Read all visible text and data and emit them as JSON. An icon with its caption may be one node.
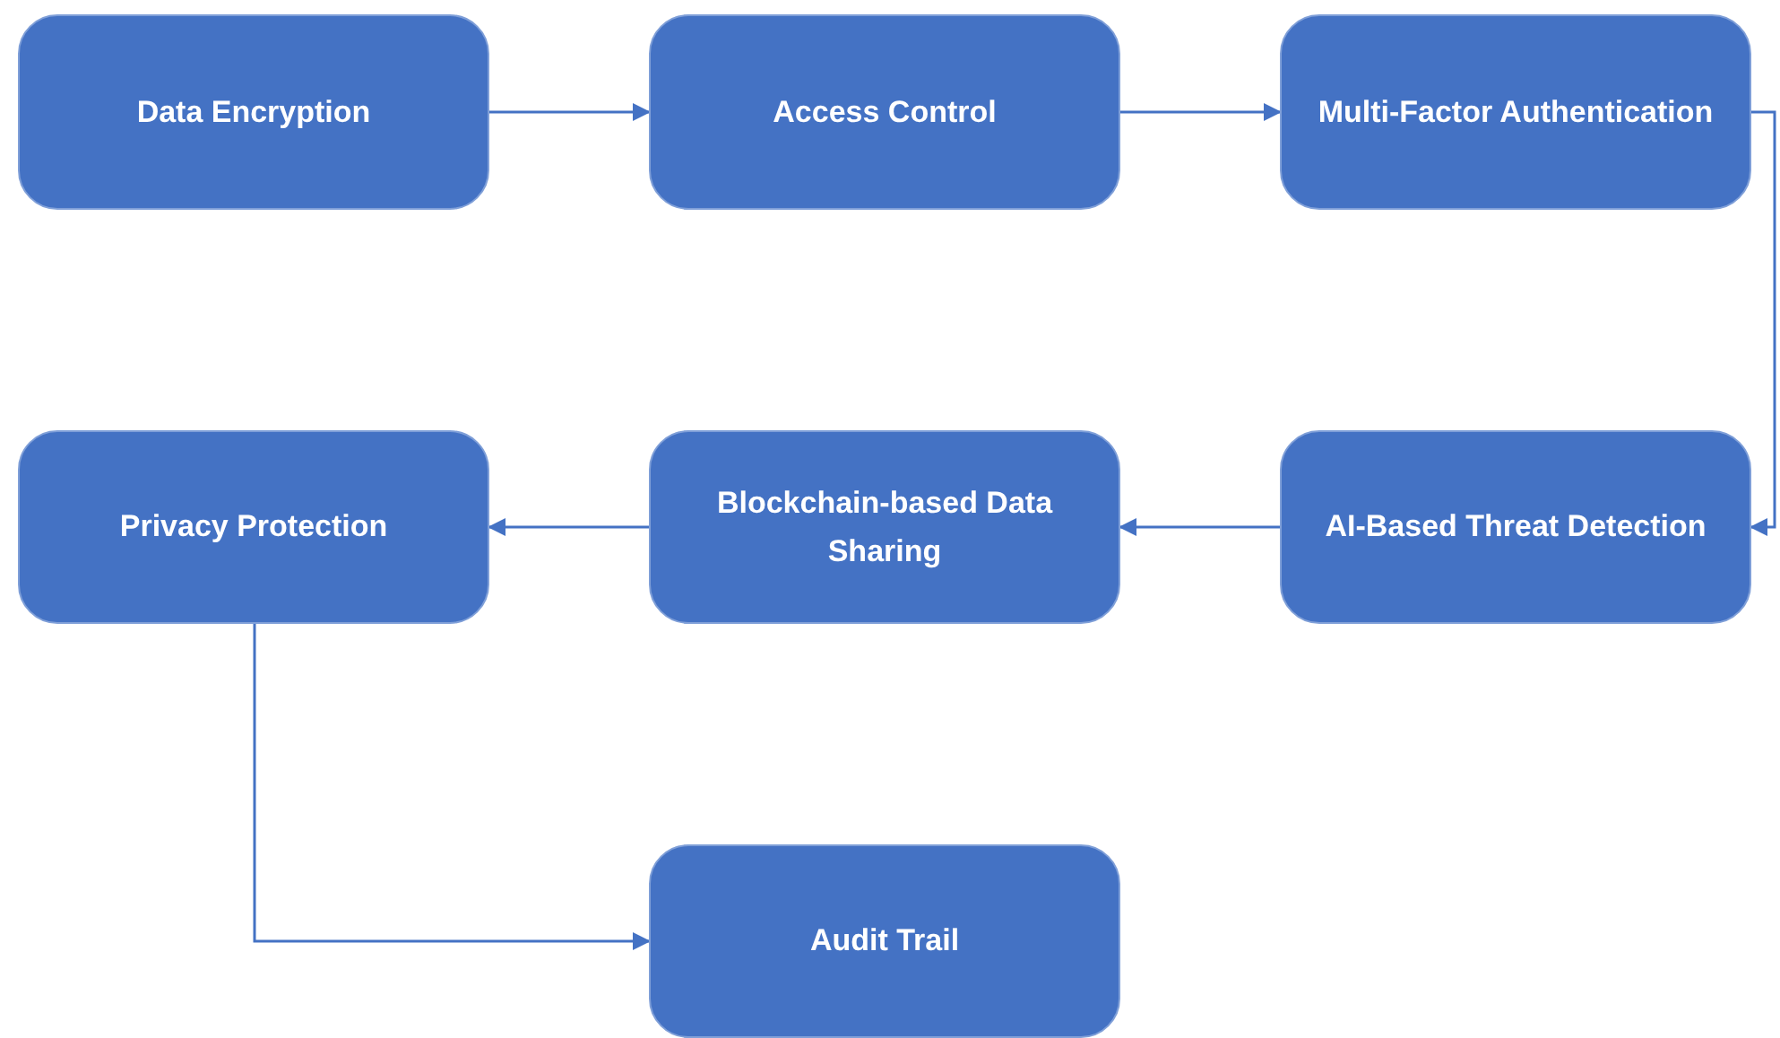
{
  "diagram": {
    "nodes": [
      {
        "text": [
          "Data Encryption"
        ]
      },
      {
        "text": [
          "Access Control"
        ]
      },
      {
        "text": [
          "Multi-Factor Authentication"
        ]
      },
      {
        "text": [
          "AI-Based Threat Detection"
        ]
      },
      {
        "text": [
          "Blockchain-based Data Sharing"
        ]
      },
      {
        "text": [
          "Privacy Protection"
        ]
      },
      {
        "text": [
          "Audit Trail"
        ]
      }
    ],
    "edges": [
      {
        "from": 0,
        "to": 1,
        "arrow": "to"
      },
      {
        "from": 1,
        "to": 2,
        "arrow": "to"
      },
      {
        "from": 2,
        "to": 3,
        "arrow": "to"
      },
      {
        "from": 3,
        "to": 4,
        "arrow": "to"
      },
      {
        "from": 4,
        "to": 5,
        "arrow": "to"
      },
      {
        "from": 5,
        "to": 6,
        "arrow": "to"
      }
    ]
  }
}
